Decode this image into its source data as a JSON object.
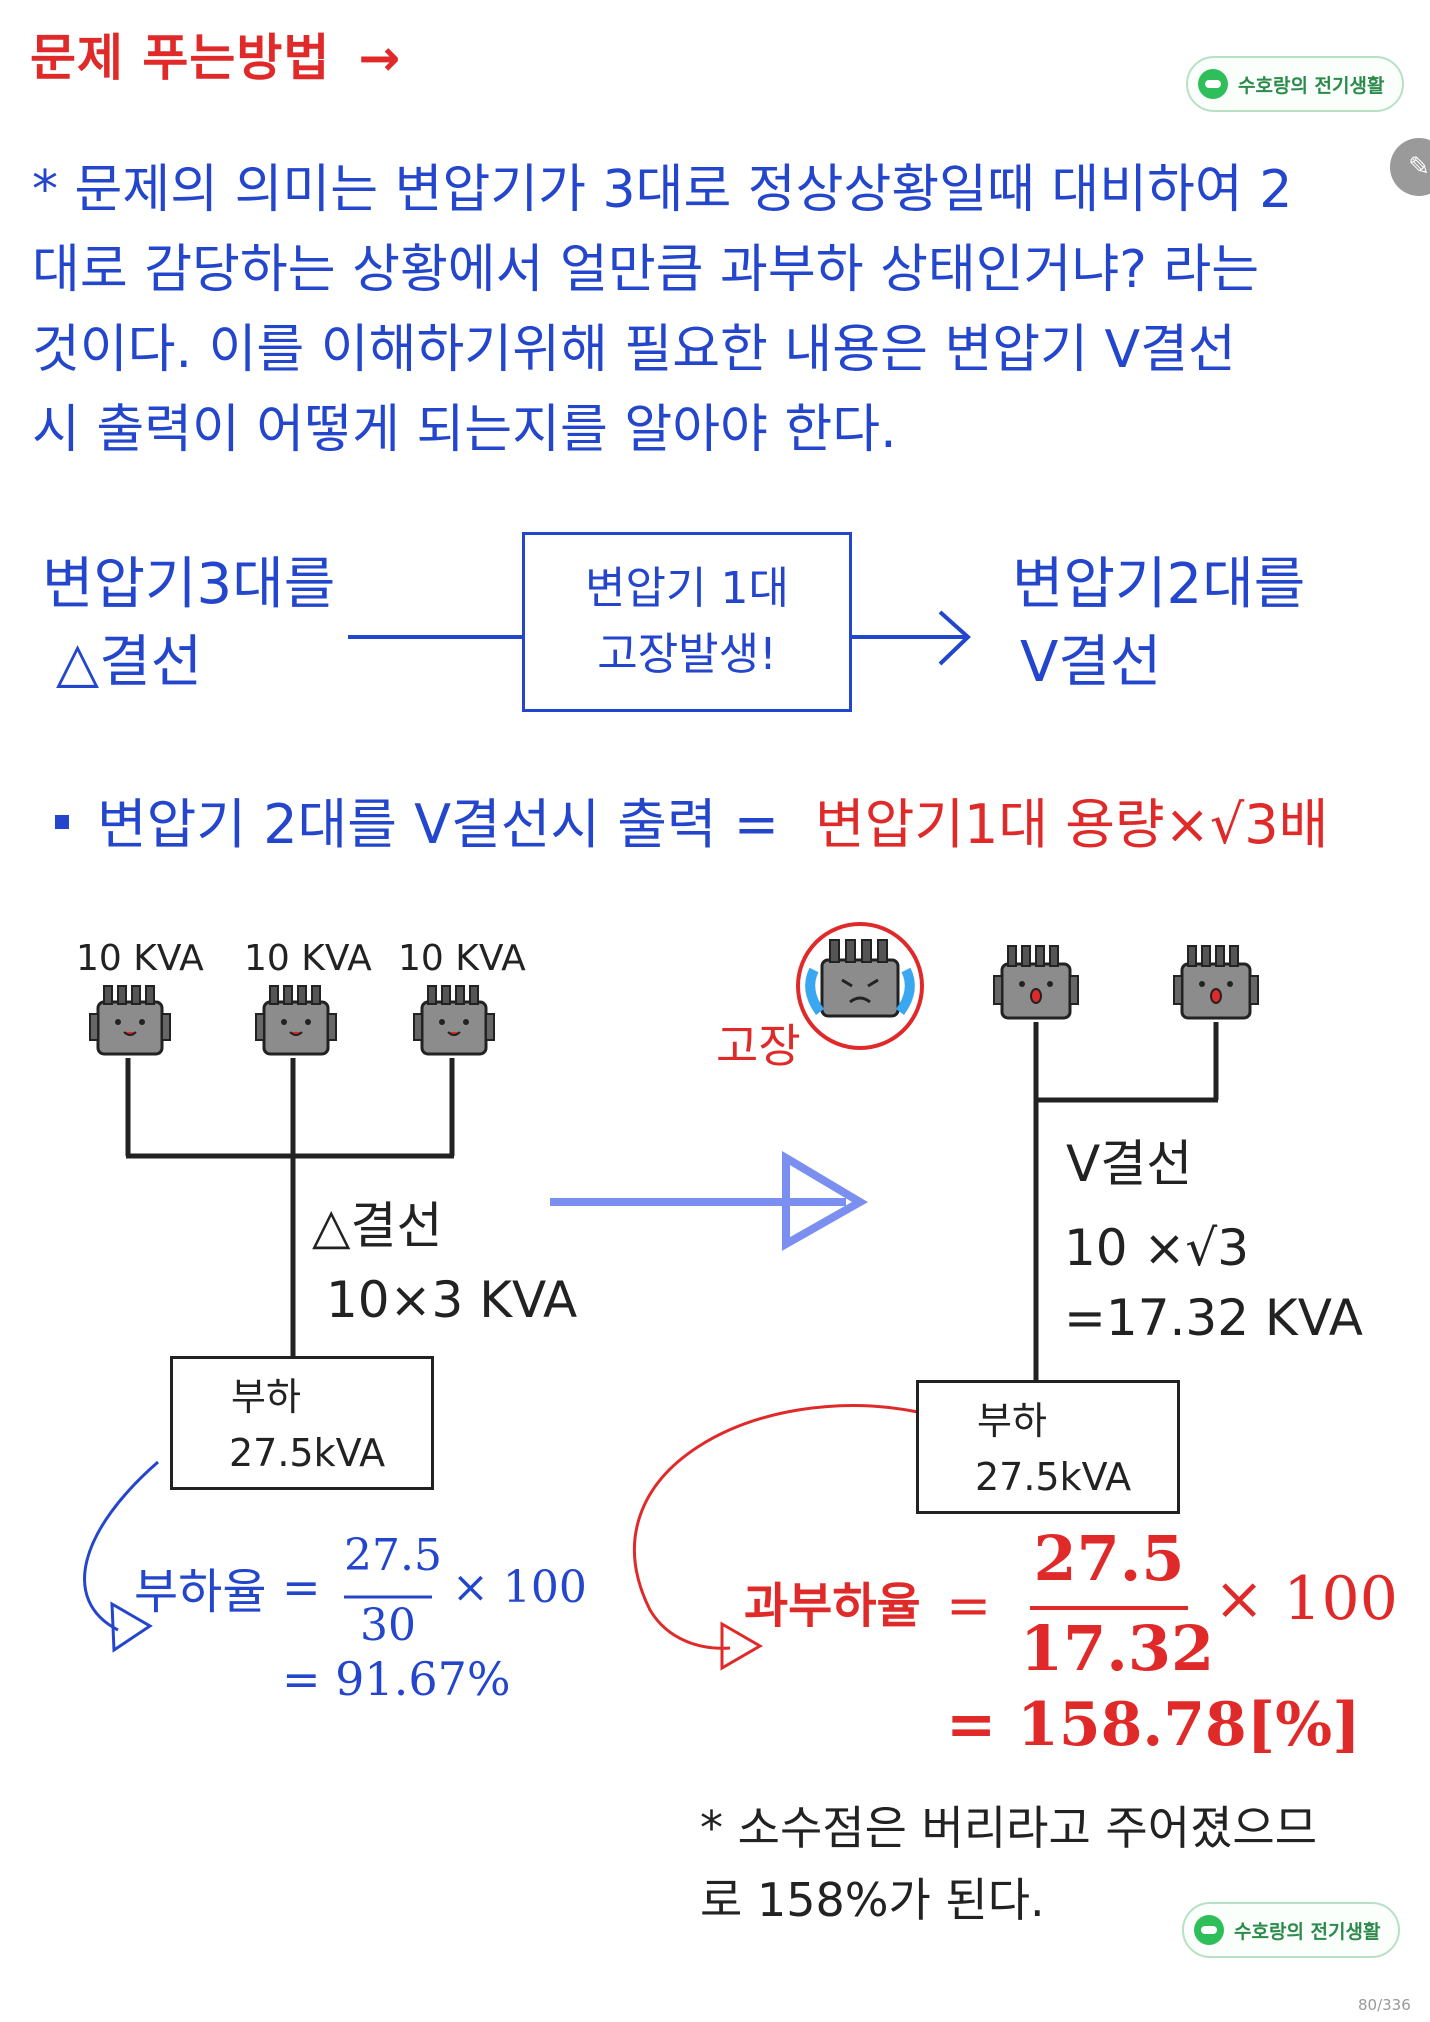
{
  "header": {
    "title": "문제 푸는방법",
    "title_arrow": "→",
    "badge_label": "수호랑의 전기생활",
    "edit_icon": "pencil-icon"
  },
  "explanation": [
    "* 문제의 의미는 변압기가 3대로 정상상황일때 대비하여 2",
    "대로 감당하는 상황에서 얼만큼 과부하 상태인거냐? 라는",
    "것이다. 이를 이해하기위해 필요한 내용은 변압기 V결선",
    "시 출력이 어떻게 되는지를 알아야 한다."
  ],
  "flow": {
    "left_line1": "변압기3대를",
    "left_line2": "△결선",
    "box_line1": "변압기 1대",
    "box_line2": "고장발생!",
    "right_line1": "변압기2대를",
    "right_line2": "V결선"
  },
  "formula": {
    "left": "변압기 2대를  V결선시 출력 =",
    "right": "변압기1대 용량×√3배"
  },
  "delta_diagram": {
    "ratings": [
      "10 KVA",
      "10 KVA",
      "10 KVA"
    ],
    "connection": "△결선",
    "capacity": "10×3 KVA",
    "load_label": "부하",
    "load_value": "27.5kVA",
    "ratio_label": "부하율",
    "eq": "=",
    "numerator": "27.5",
    "denominator": "30",
    "times": "× 100",
    "result": "= 91.67%"
  },
  "v_diagram": {
    "broken_label": "고장",
    "connection": "V결선",
    "calc_line1": "10 ×√3",
    "calc_line2": "=17.32 KVA",
    "load_label": "부하",
    "load_value": "27.5kVA",
    "ratio_label": "과부하율",
    "eq": "=",
    "numerator": "27.5",
    "denominator": "17.32",
    "times": "× 100",
    "result": "= 158.78[%]"
  },
  "note": {
    "line1": "* 소수점은 버리라고 주어졌으므",
    "line2": "로 158%가 된다."
  },
  "footer": {
    "badge_label": "수호랑의 전기생활",
    "page": "80/336"
  },
  "colors": {
    "blue": "#2346cc",
    "red": "#e02a2a",
    "light_blue_arrow": "#7b8ff0",
    "green_badge": "#2fbf5a"
  }
}
